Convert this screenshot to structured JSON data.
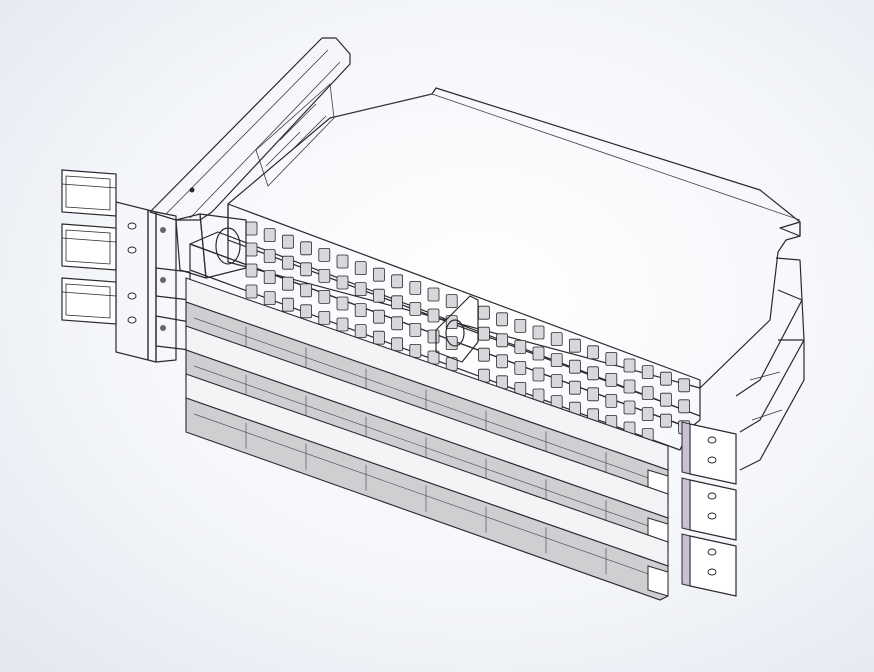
{
  "scene": {
    "subject": "",
    "colors": {
      "background": "#eef1f6",
      "body": "#ffffff",
      "outline": "#2a2a2e",
      "lavender_edge": "#c9c0d8",
      "cassette_gray": "#cfcfd2",
      "port_gray": "#d8d8dc"
    },
    "port_rows": 4,
    "ports_per_row": 24,
    "cassettes": 3,
    "side_handles": 3
  }
}
